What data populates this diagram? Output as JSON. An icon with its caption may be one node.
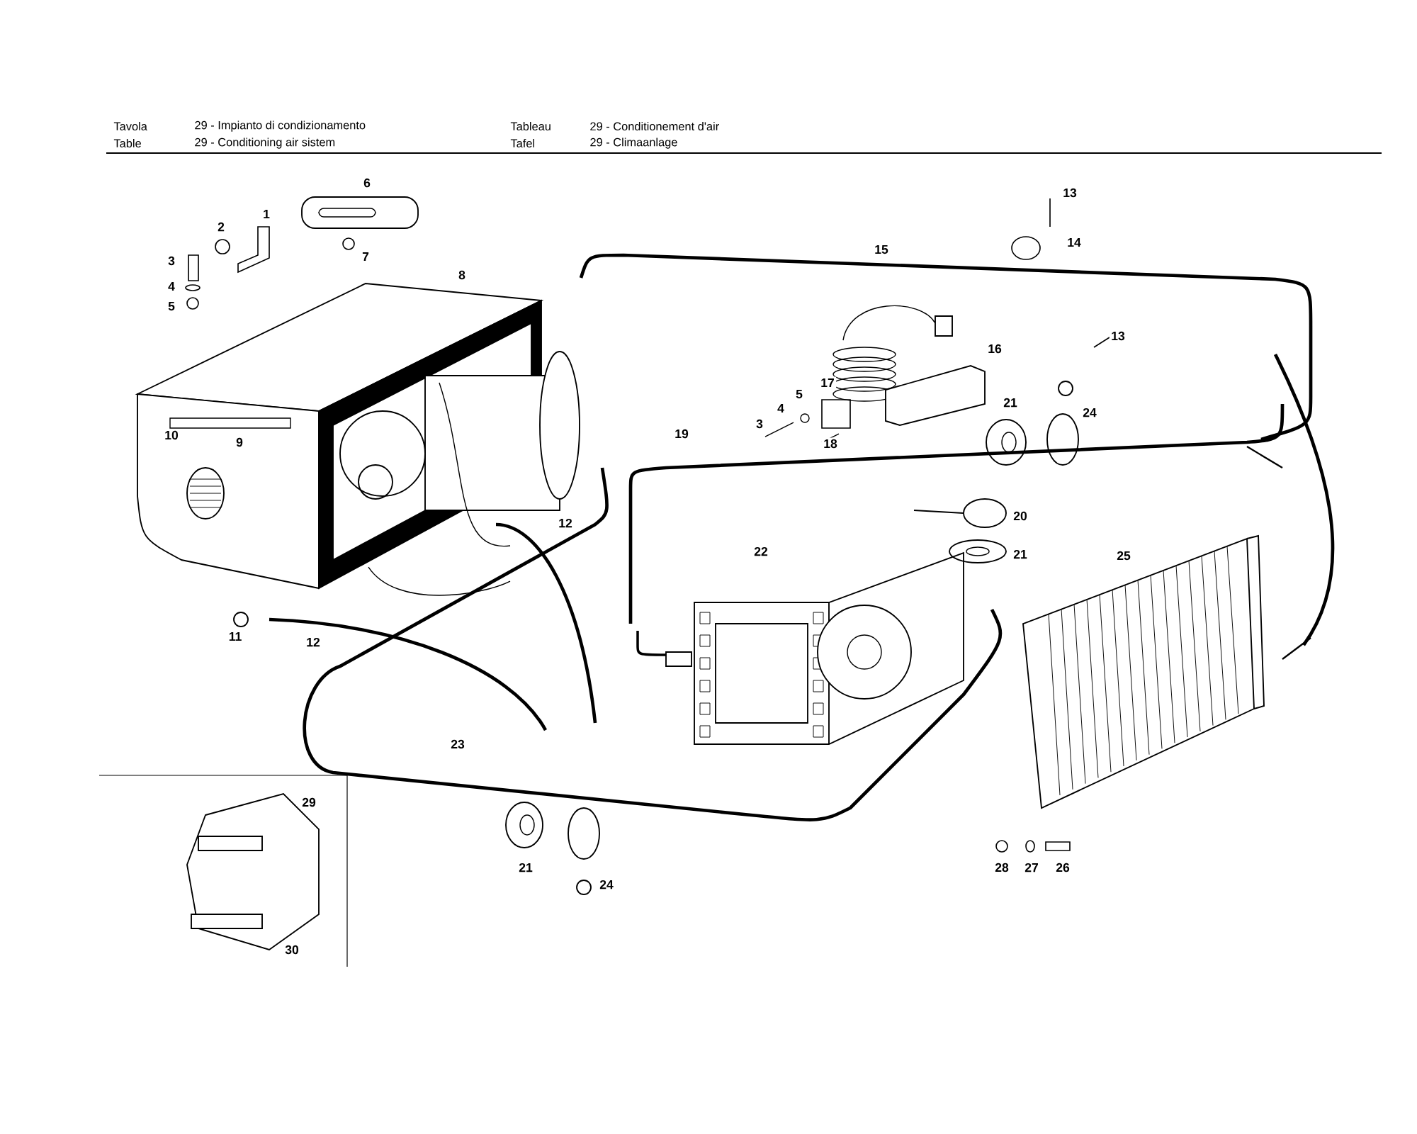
{
  "diagram": {
    "labels": [
      "Tavola",
      "29 - Impianto di condizionamento",
      "Tableau",
      "29 - Conditionement d'air",
      "Table",
      "29 - Conditioning air sistem",
      "Tafel",
      "29 - Climaanlage",
      "6",
      "13",
      "1",
      "2",
      "7",
      "15",
      "14",
      "3",
      "8",
      "4",
      "5",
      "16",
      "13",
      "17",
      "5",
      "21",
      "24",
      "4",
      "3",
      "10",
      "9",
      "19",
      "18",
      "12",
      "20",
      "22",
      "21",
      "25",
      "11",
      "12",
      "23",
      "29",
      "21",
      "24",
      "28",
      "27",
      "26",
      "30"
    ]
  }
}
